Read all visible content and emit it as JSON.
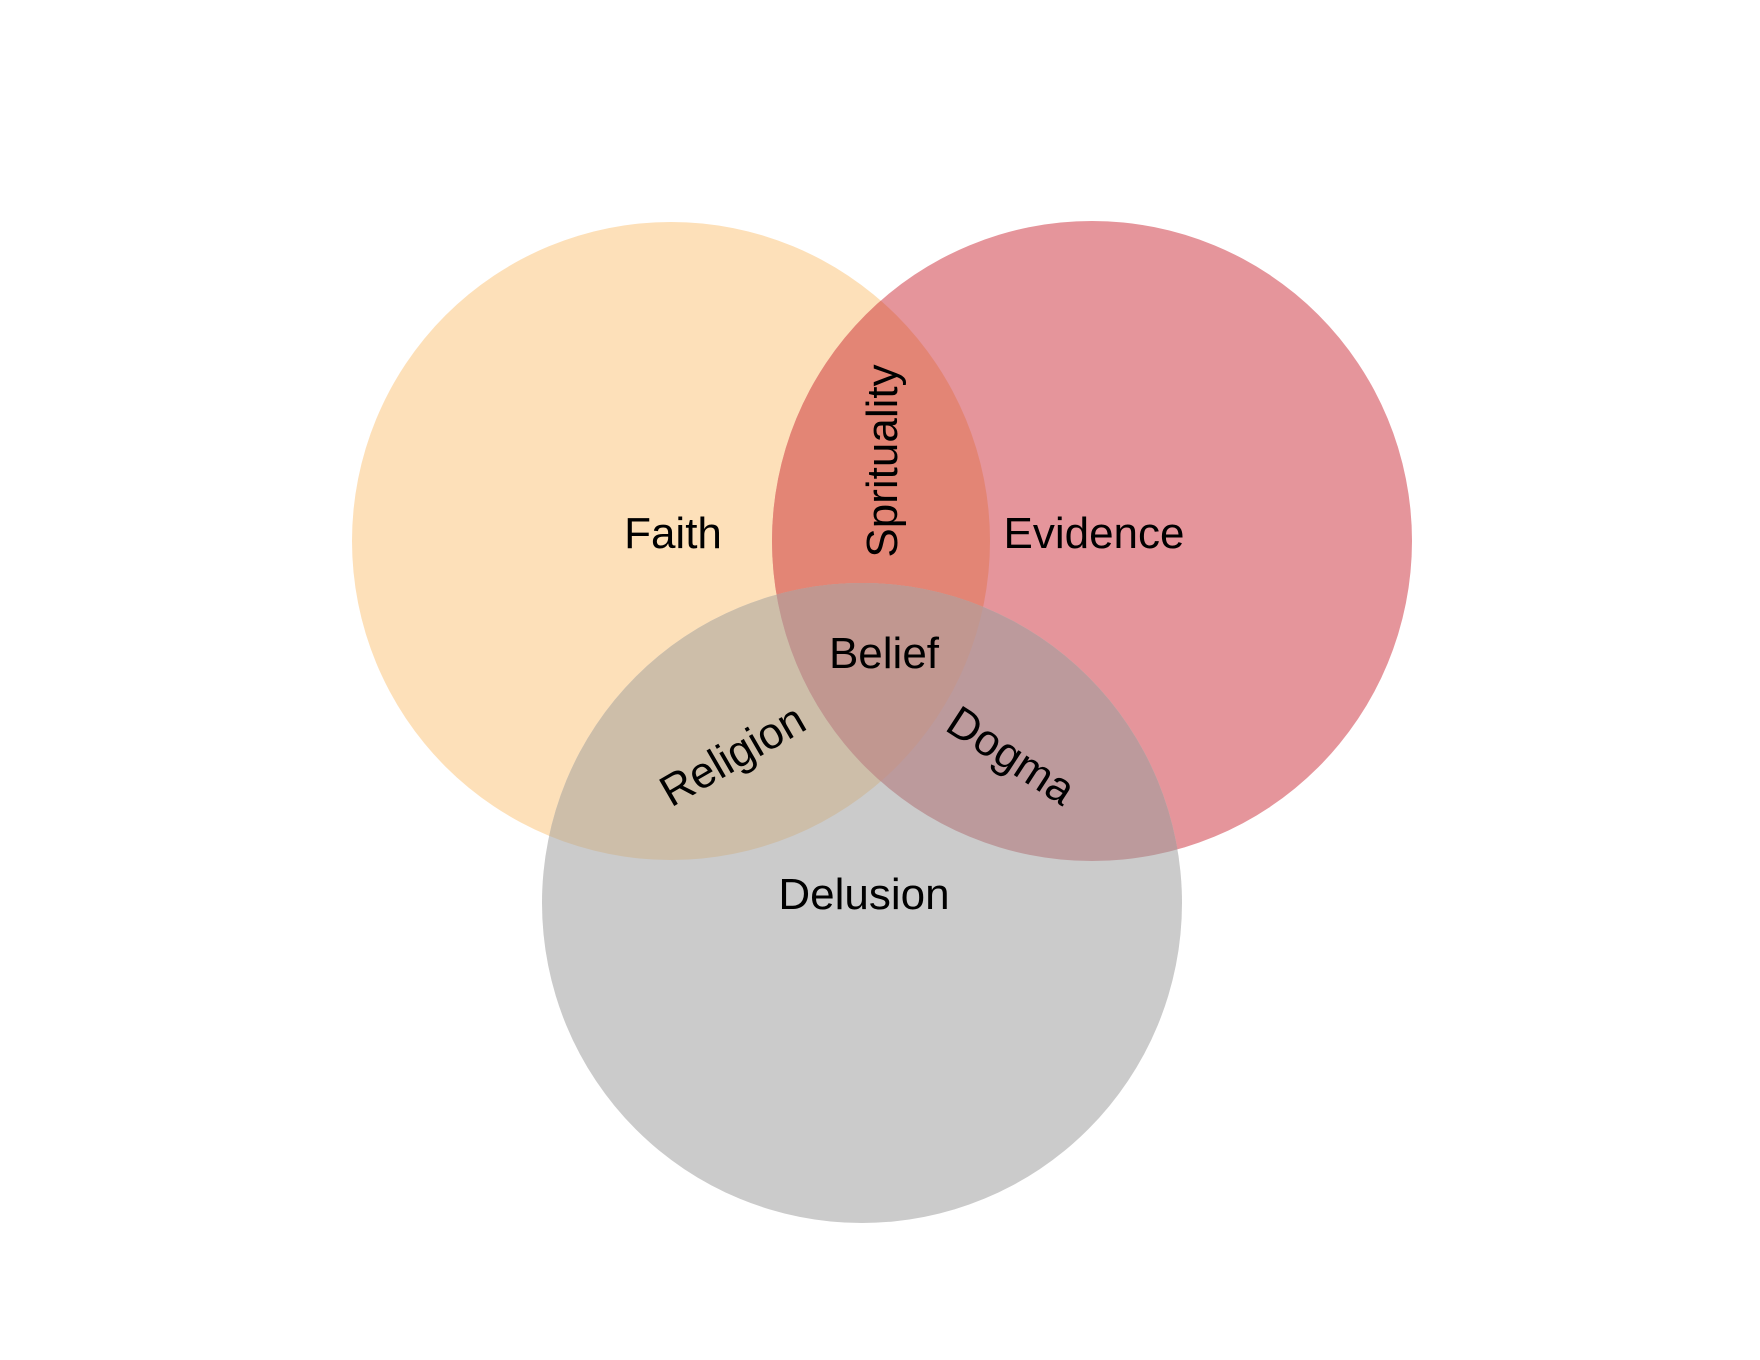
{
  "diagram": {
    "type": "venn",
    "sets": [
      {
        "label": "Faith",
        "color": "#fde0b9"
      },
      {
        "label": "Evidence",
        "color": "#e5959b"
      },
      {
        "label": "Delusion",
        "color": "#cbcbcb"
      }
    ],
    "intersections": {
      "faith_evidence": {
        "label": "Sprituality",
        "color": "#e38575"
      },
      "faith_delusion": {
        "label": "Religion",
        "color": "#cdbea9"
      },
      "evidence_delusion": {
        "label": "Dogma",
        "color": "#bc9a9c"
      },
      "all": {
        "label": "Belief",
        "color": "#c19790"
      }
    }
  }
}
